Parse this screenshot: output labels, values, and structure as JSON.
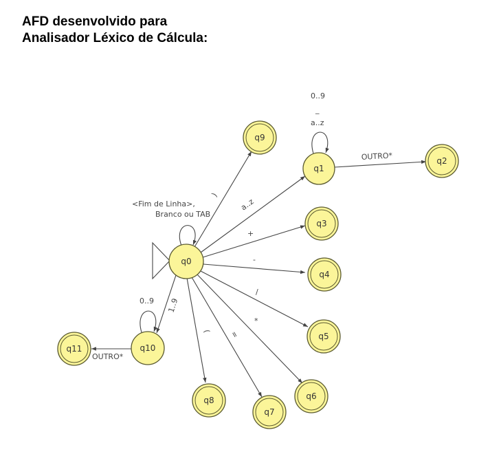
{
  "title": {
    "line1": "AFD desenvolvido para",
    "line2": "Analisador Léxico de Cálcula:"
  },
  "colors": {
    "state_fill": "#fbf599",
    "state_stroke": "#5a5a30",
    "edge": "#444444"
  },
  "states": [
    {
      "id": "q0",
      "label": "q0",
      "initial": true,
      "final": false
    },
    {
      "id": "q1",
      "label": "q1",
      "initial": false,
      "final": false
    },
    {
      "id": "q2",
      "label": "q2",
      "initial": false,
      "final": true
    },
    {
      "id": "q3",
      "label": "q3",
      "initial": false,
      "final": true
    },
    {
      "id": "q4",
      "label": "q4",
      "initial": false,
      "final": true
    },
    {
      "id": "q5",
      "label": "q5",
      "initial": false,
      "final": true
    },
    {
      "id": "q6",
      "label": "q6",
      "initial": false,
      "final": true
    },
    {
      "id": "q7",
      "label": "q7",
      "initial": false,
      "final": true
    },
    {
      "id": "q8",
      "label": "q8",
      "initial": false,
      "final": true
    },
    {
      "id": "q9",
      "label": "q9",
      "initial": false,
      "final": true
    },
    {
      "id": "q10",
      "label": "q10",
      "initial": false,
      "final": false
    },
    {
      "id": "q11",
      "label": "q11",
      "initial": false,
      "final": true
    }
  ],
  "transitions": [
    {
      "from": "q0",
      "to": "q0",
      "label_lines": [
        "<Fim de Linha>,",
        "Branco ou TAB"
      ]
    },
    {
      "from": "q0",
      "to": "q9",
      "label": ")"
    },
    {
      "from": "q0",
      "to": "q1",
      "label": "a..z"
    },
    {
      "from": "q1",
      "to": "q1",
      "label_lines": [
        "0..9",
        "_",
        "a..z"
      ]
    },
    {
      "from": "q1",
      "to": "q2",
      "label": "OUTRO*"
    },
    {
      "from": "q0",
      "to": "q3",
      "label": "+"
    },
    {
      "from": "q0",
      "to": "q4",
      "label": "-"
    },
    {
      "from": "q0",
      "to": "q5",
      "label": "/"
    },
    {
      "from": "q0",
      "to": "q6",
      "label": "*"
    },
    {
      "from": "q0",
      "to": "q7",
      "label": "="
    },
    {
      "from": "q0",
      "to": "q8",
      "label": "("
    },
    {
      "from": "q0",
      "to": "q10",
      "label": "1..9"
    },
    {
      "from": "q10",
      "to": "q10",
      "label": "0..9"
    },
    {
      "from": "q10",
      "to": "q11",
      "label": "OUTRO*"
    }
  ]
}
